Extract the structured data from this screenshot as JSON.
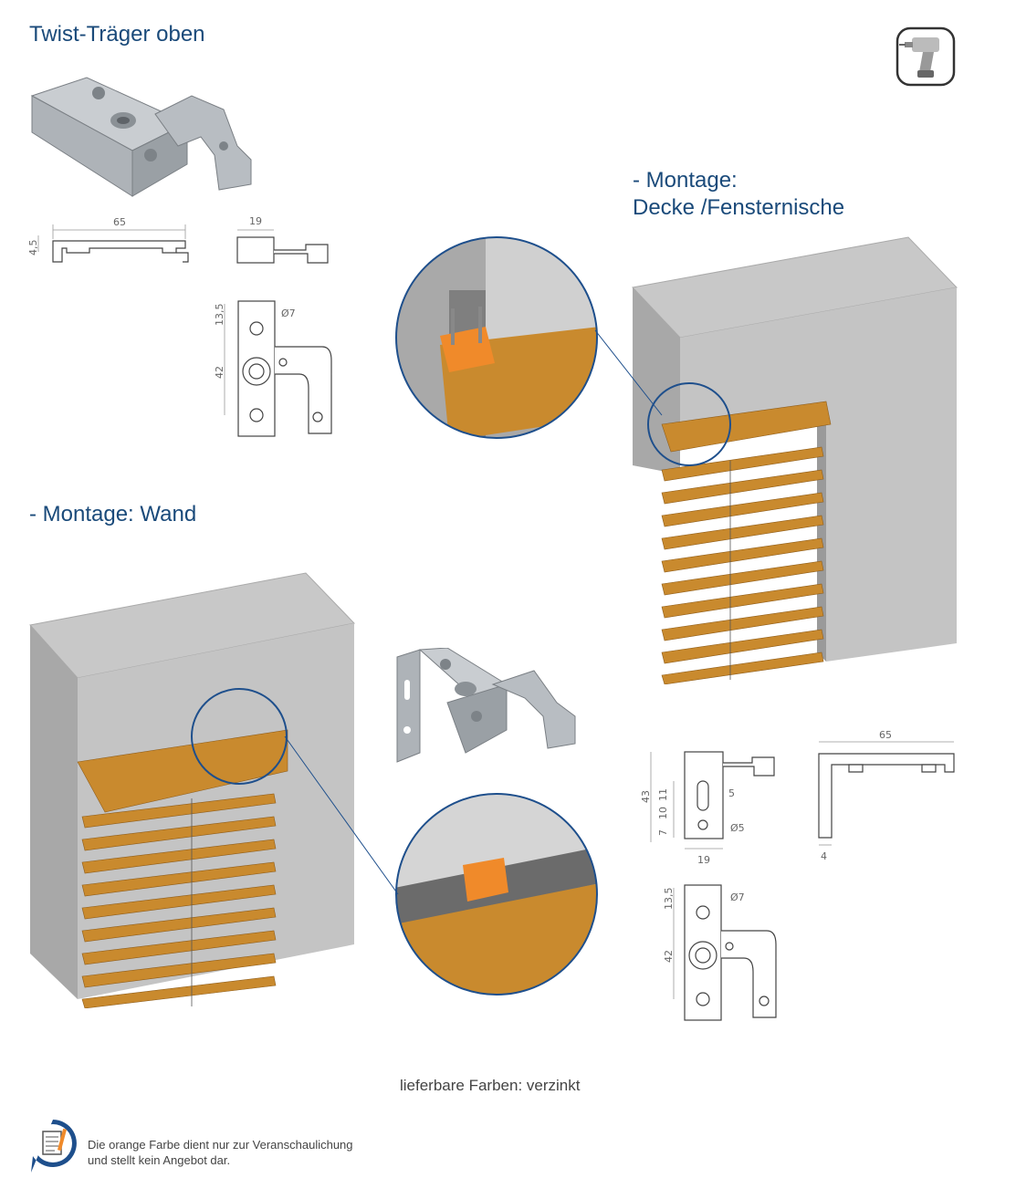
{
  "titles": {
    "main": "Twist-Träger oben",
    "ceiling_line1": "- Montage:",
    "ceiling_line2": "Decke /Fensternische",
    "wall": "- Montage: Wand"
  },
  "dimensions": {
    "top_side": {
      "width": "65",
      "height": "4,5",
      "depth": "19"
    },
    "top_plan": {
      "a": "13,5",
      "b": "42",
      "hole": "Ø7"
    },
    "wall_side": {
      "total": "43",
      "a": "11",
      "b": "10",
      "c": "7",
      "width": "19",
      "slot": "5",
      "hole": "Ø5"
    },
    "wall_profile": {
      "width": "65",
      "thickness": "4"
    },
    "wall_plan": {
      "a": "13,5",
      "b": "42",
      "hole": "Ø7"
    }
  },
  "colors_text": "lieferbare Farben: verzinkt",
  "note": {
    "line1": "Die orange Farbe dient nur zur Veranschaulichung",
    "line2": "und stellt kein Angebot dar."
  },
  "icons": {
    "tool": "drill-icon",
    "info": "document-info-icon"
  },
  "palette": {
    "title": "#1a4a7a",
    "wood": "#c98a2e",
    "wall": "#b9b9b9",
    "orange": "#f08a2a",
    "circle": "#1e4f8c"
  }
}
